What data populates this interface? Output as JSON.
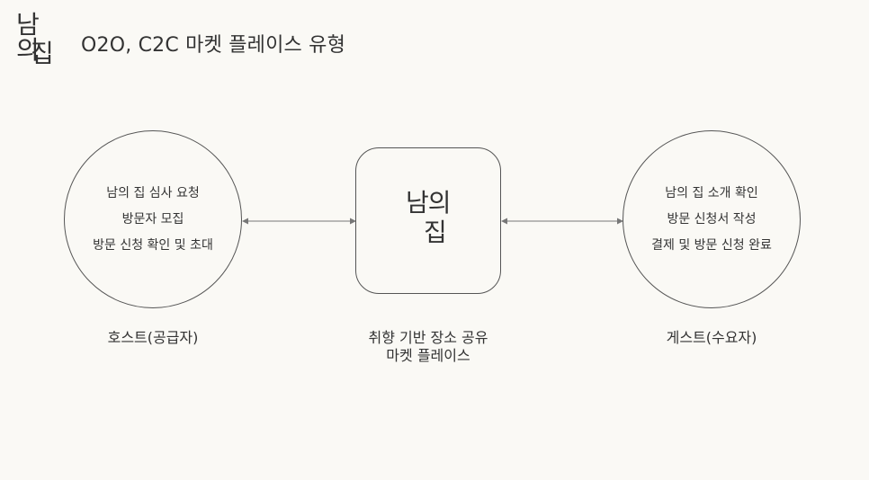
{
  "logo": {
    "line1": "남의",
    "line2": "집"
  },
  "title": "O2O, C2C 마켓 플레이스 유형",
  "host": {
    "items": [
      "남의 집 심사 요청",
      "방문자 모집",
      "방문 신청 확인 및 초대"
    ],
    "label": "호스트(공급자)"
  },
  "center": {
    "logo_line1": "남의",
    "logo_line2": "집",
    "label_line1": "취향 기반 장소 공유",
    "label_line2": "마켓 플레이스"
  },
  "guest": {
    "items": [
      "남의 집 소개 확인",
      "방문 신청서 작성",
      "결제 및 방문 신청 완료"
    ],
    "label": "게스트(수요자)"
  }
}
